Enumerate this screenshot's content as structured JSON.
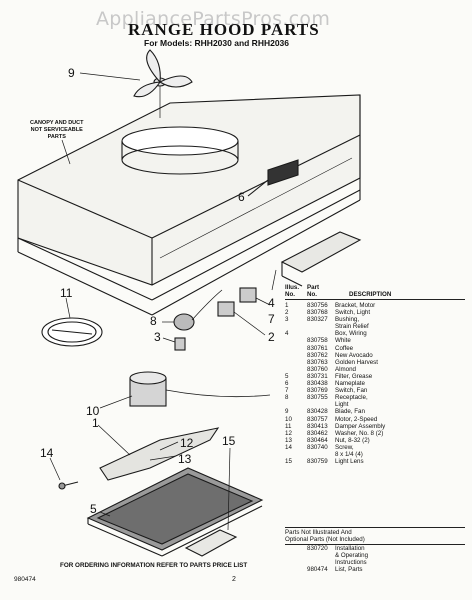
{
  "watermark": "AppliancePartsPros.com",
  "header": {
    "title": "RANGE HOOD PARTS",
    "subtitle": "For Models: RHH2030 and RHH2036"
  },
  "note_canopy": [
    "CANOPY AND DUCT",
    "NOT SERVICEABLE",
    "PARTS"
  ],
  "callouts": [
    "9",
    "6",
    "11",
    "8",
    "3",
    "2",
    "4",
    "7",
    "10",
    "1",
    "12",
    "13",
    "14",
    "5",
    "15"
  ],
  "parts_table": {
    "headers": {
      "illus": [
        "Illus.",
        "No."
      ],
      "part": [
        "Part",
        "No."
      ],
      "desc": "DESCRIPTION"
    },
    "rows": [
      {
        "illus": "1",
        "part": "830756",
        "desc": "Bracket, Motor"
      },
      {
        "illus": "2",
        "part": "830768",
        "desc": "Switch, Light"
      },
      {
        "illus": "3",
        "part": "830327",
        "desc": "Bushing,"
      },
      {
        "illus": "",
        "part": "",
        "desc": "Strain Relief"
      },
      {
        "illus": "4",
        "part": "",
        "desc": "Box, Wiring"
      },
      {
        "illus": "",
        "part": "830758",
        "desc": "White"
      },
      {
        "illus": "",
        "part": "830761",
        "desc": "Coffee"
      },
      {
        "illus": "",
        "part": "830762",
        "desc": "New Avocado"
      },
      {
        "illus": "",
        "part": "830763",
        "desc": "Golden Harvest"
      },
      {
        "illus": "",
        "part": "830760",
        "desc": "Almond"
      },
      {
        "illus": "5",
        "part": "830731",
        "desc": "Filter, Grease"
      },
      {
        "illus": "6",
        "part": "830438",
        "desc": "Nameplate"
      },
      {
        "illus": "7",
        "part": "830769",
        "desc": "Switch, Fan"
      },
      {
        "illus": "8",
        "part": "830755",
        "desc": "Receptacle,"
      },
      {
        "illus": "",
        "part": "",
        "desc": "Light"
      },
      {
        "illus": "9",
        "part": "830428",
        "desc": "Blade, Fan"
      },
      {
        "illus": "10",
        "part": "830757",
        "desc": "Motor, 2-Speed"
      },
      {
        "illus": "11",
        "part": "830413",
        "desc": "Damper Assembly"
      },
      {
        "illus": "12",
        "part": "830462",
        "desc": "Washer, No. 8 (2)"
      },
      {
        "illus": "13",
        "part": "830464",
        "desc": "Nut, 8-32 (2)"
      },
      {
        "illus": "14",
        "part": "830740",
        "desc": "Screw,"
      },
      {
        "illus": "",
        "part": "",
        "desc": "8 x 1/4 (4)"
      },
      {
        "illus": "15",
        "part": "830759",
        "desc": "Light Lens"
      }
    ]
  },
  "optional_parts": {
    "heading": [
      "Parts Not Illustrated And",
      "Optional Parts (Not Included)"
    ],
    "rows": [
      {
        "part": "830720",
        "desc": "Installation"
      },
      {
        "part": "",
        "desc": "& Operating"
      },
      {
        "part": "",
        "desc": "Instructions"
      },
      {
        "part": "980474",
        "desc": "List, Parts"
      }
    ]
  },
  "footer": {
    "ordering": "FOR ORDERING INFORMATION REFER TO PARTS PRICE LIST",
    "code": "980474",
    "page": "2"
  }
}
